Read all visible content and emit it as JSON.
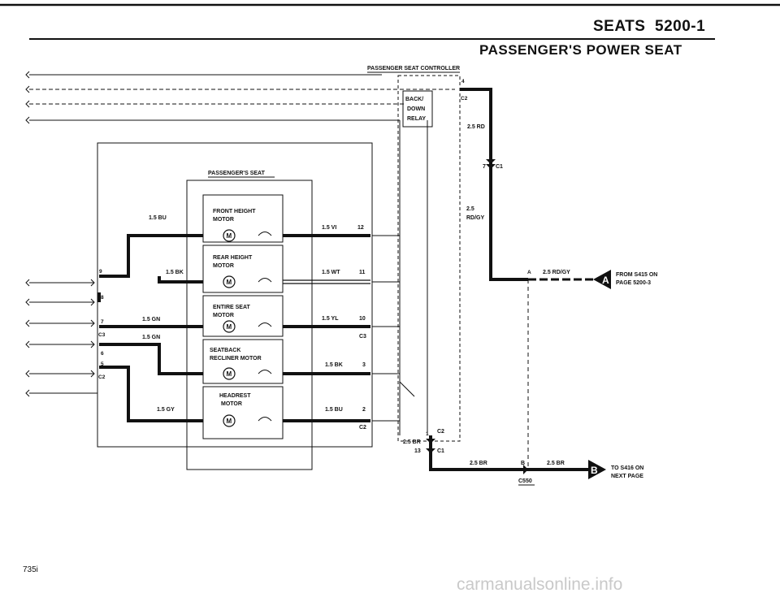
{
  "header": {
    "section": "SEATS",
    "page_number": "5200-1"
  },
  "diagram_title": "PASSENGER'S POWER SEAT",
  "footer": {
    "model": "735i"
  },
  "watermark": "carmanualsonline.info",
  "controller": {
    "label": "PASSENGER SEAT CONTROLLER",
    "relay_label": [
      "BACK/",
      "DOWN",
      "RELAY"
    ],
    "pin_top": "4",
    "conn_top": "C2"
  },
  "seat": {
    "label": "PASSENGER'S SEAT"
  },
  "motors": [
    {
      "label": [
        "FRONT HEIGHT",
        "MOTOR"
      ],
      "left_wire": "1.5 BU",
      "right_wire": "1.5 VI",
      "right_pin": "12"
    },
    {
      "label": [
        "REAR HEIGHT",
        "MOTOR"
      ],
      "left_wire": "1.5 BK",
      "right_wire": "1.5 WT",
      "right_pin": "11"
    },
    {
      "label": [
        "ENTIRE SEAT",
        "MOTOR"
      ],
      "left_wire": "1.5 GN",
      "right_wire": "1.5 YL",
      "right_pin": "10"
    },
    {
      "label": [
        "SEATBACK",
        "RECLINER MOTOR"
      ],
      "left_wire": "1.5 GN",
      "right_wire": "1.5 BK",
      "right_pin": "3"
    },
    {
      "label": [
        "HEADREST",
        "MOTOR"
      ],
      "left_wire": "1.5 GY",
      "right_wire": "1.5 BU",
      "right_pin": "2"
    }
  ],
  "motor_symbol": "M",
  "left_pins": {
    "p9": "9",
    "p8": "8",
    "p7": "7",
    "p6": "6",
    "p5": "5",
    "c3": "C3",
    "c2": "C2"
  },
  "right_conns": {
    "c3": "C3",
    "c2": "C2"
  },
  "power_feed": {
    "wire_top": "2.5 RD",
    "pin_c1": "7",
    "conn_c1": "C1",
    "wire_mid_1": "2.5",
    "wire_mid_2": "RD/GY",
    "wire_a": "2.5 RD/GY",
    "pin_a": "A",
    "flag": "A",
    "from_1": "FROM S415 ON",
    "from_2": "PAGE 5200-3"
  },
  "ground": {
    "wire_c2": "2.5 BR",
    "pin_c2": "1",
    "conn_c2": "C2",
    "pin_c1": "13",
    "conn_c1": "C1",
    "wire_left": "2.5 BR",
    "pin_b": "B",
    "wire_right": "2.5 BR",
    "splice": "C550",
    "flag": "B",
    "to_1": "TO S416 ON",
    "to_2": "NEXT PAGE"
  },
  "colors": {
    "ink": "#111111",
    "watermark": "#c9c9c9"
  }
}
